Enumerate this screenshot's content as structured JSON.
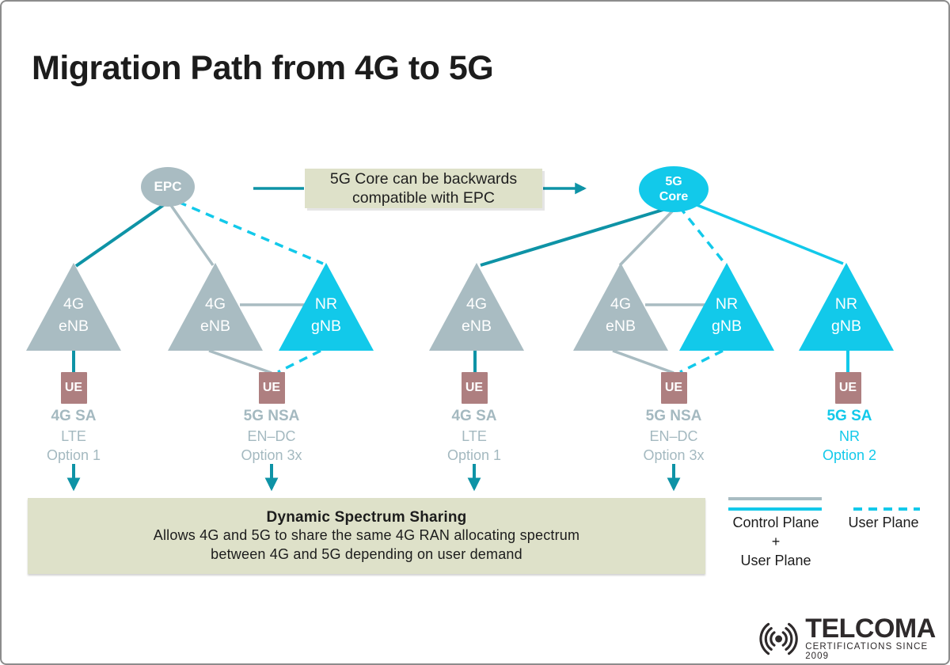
{
  "title": "Migration Path from 4G to 5G",
  "info_box": {
    "line1": "5G Core can be backwards",
    "line2": "compatible with EPC"
  },
  "cores": {
    "epc_label": "EPC",
    "core5g_line1": "5G",
    "core5g_line2": "Core"
  },
  "nodes": {
    "enb_l1": "4G",
    "enb_l2": "eNB",
    "gnb_l1": "NR",
    "gnb_l2": "gNB"
  },
  "ue_label": "UE",
  "option_stacks": [
    {
      "l1": "4G SA",
      "l2": "LTE",
      "l3": "Option 1"
    },
    {
      "l1": "5G NSA",
      "l2": "EN–DC",
      "l3": "Option 3x"
    },
    {
      "l1": "4G SA",
      "l2": "LTE",
      "l3": "Option 1"
    },
    {
      "l1": "5G NSA",
      "l2": "EN–DC",
      "l3": "Option 3x"
    },
    {
      "l1": "5G SA",
      "l2": "NR",
      "l3": "Option 2"
    }
  ],
  "dss": {
    "title": "Dynamic Spectrum Sharing",
    "line1": "Allows 4G and 5G to share the same 4G RAN allocating spectrum",
    "line2": "between 4G and 5G depending on user demand"
  },
  "legend": {
    "control_user_l1": "Control Plane",
    "control_user_l2": "+",
    "control_user_l3": "User Plane",
    "user_plane": "User Plane"
  },
  "logo": {
    "name": "TELCOMA",
    "tagline": "CERTIFICATIONS SINCE 2009"
  },
  "colors": {
    "teal": "#0e93a6",
    "cyan": "#12c9ea",
    "node_gray": "#a9bcc2",
    "ue_rose": "#ae7f80",
    "box_olive": "#dee1c9",
    "muted_label": "#a4b9c0",
    "dark_text": "#1c1c1c"
  }
}
